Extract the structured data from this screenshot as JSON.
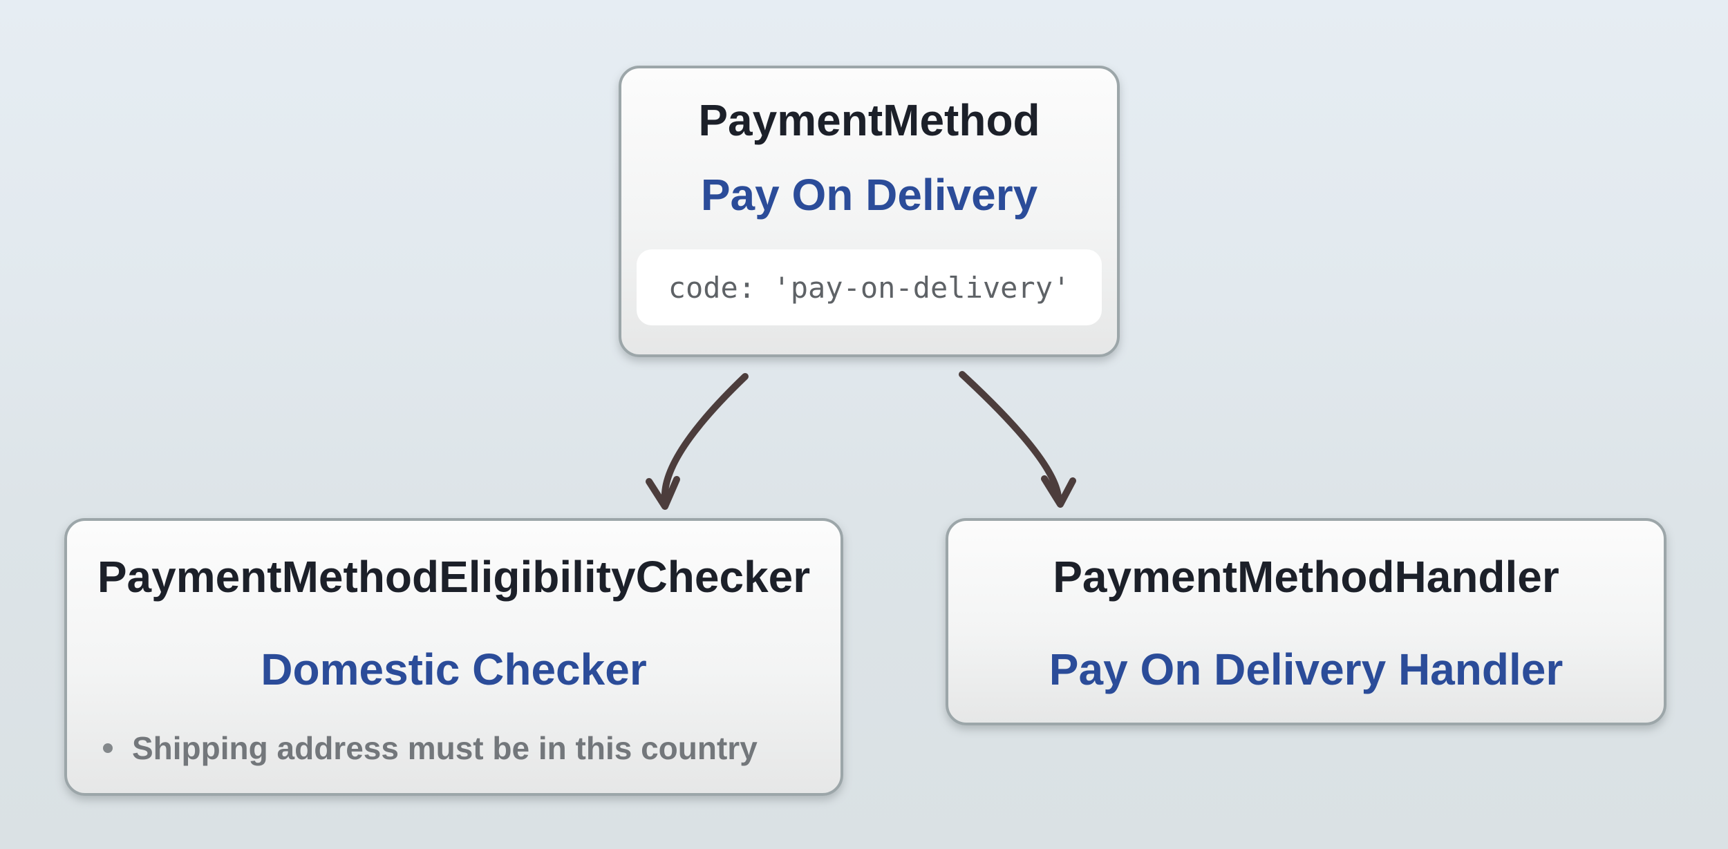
{
  "colors": {
    "class_name_text": "#1c2029",
    "instance_name_text": "#2b4c99",
    "code_text": "#5e6266",
    "rule_text": "#73777b",
    "arrow": "#4c3d3c",
    "node_border": "#9ca6a9",
    "code_pill_background": "#ffffff",
    "background_top": "#e6edf3",
    "background_bottom": "#dae1e4"
  },
  "nodes": {
    "payment_method": {
      "class_name": "PaymentMethod",
      "instance_name": "Pay On Delivery",
      "code": "code: 'pay-on-delivery'"
    },
    "eligibility_checker": {
      "class_name": "PaymentMethodEligibilityChecker",
      "instance_name": "Domestic Checker",
      "rules": [
        "Shipping address must be in this country"
      ]
    },
    "handler": {
      "class_name": "PaymentMethodHandler",
      "instance_name": "Pay On Delivery Handler"
    }
  }
}
